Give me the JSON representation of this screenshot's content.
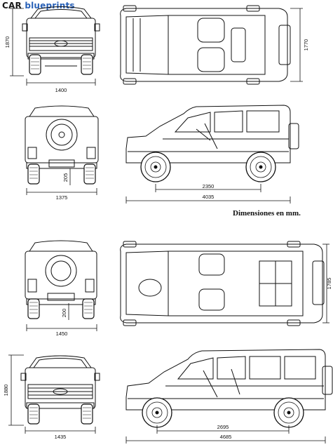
{
  "watermark": {
    "part1": "CAR",
    "part2": " blueprints"
  },
  "note": "Dimensiones en mm.",
  "colors": {
    "line": "#111111",
    "brand_blue": "#2a62b8",
    "background": "#ffffff"
  },
  "dimensions": {
    "short_front_height": "1870",
    "short_front_width": "1400",
    "short_top_width": "1770",
    "short_rear_track": "1375",
    "short_rear_clearance": "205",
    "short_wheelbase": "2350",
    "short_length": "4035",
    "long_top_width": "1785",
    "long_rear_track": "1450",
    "long_rear_clearance": "200",
    "long_front_height": "1880",
    "long_front_width": "1435",
    "long_wheelbase": "2695",
    "long_length": "4685"
  }
}
